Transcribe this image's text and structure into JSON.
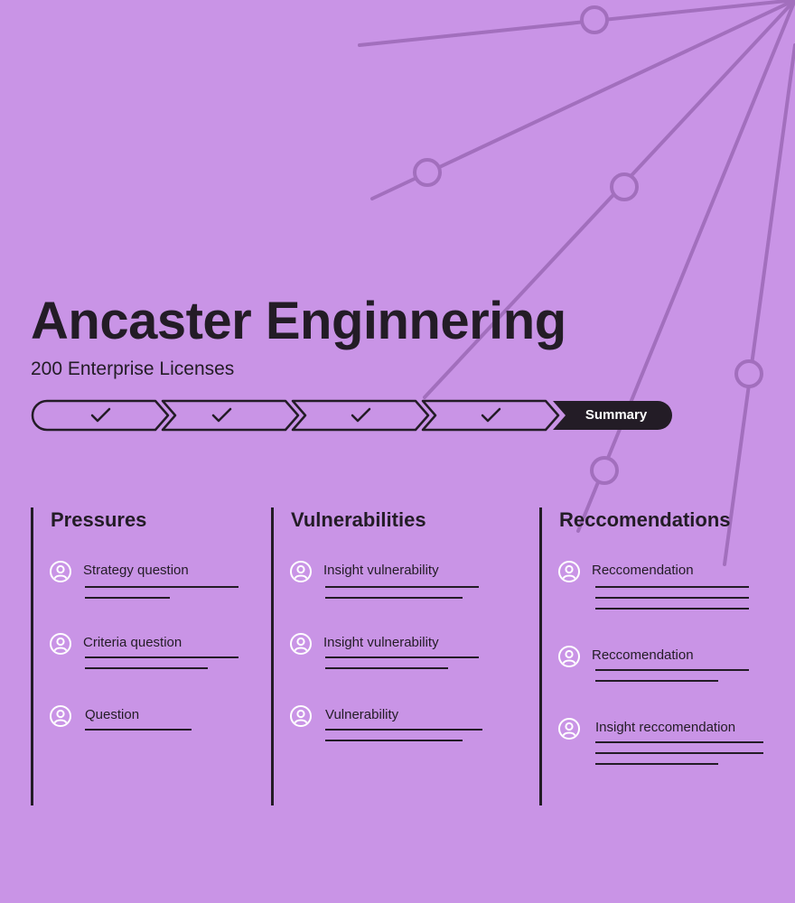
{
  "header": {
    "title": "Ancaster Enginnering",
    "subtitle": "200 Enterprise Licenses"
  },
  "stepper": {
    "steps": [
      {
        "state": "complete",
        "icon": "check-icon"
      },
      {
        "state": "complete",
        "icon": "check-icon"
      },
      {
        "state": "complete",
        "icon": "check-icon"
      },
      {
        "state": "complete",
        "icon": "check-icon"
      },
      {
        "state": "current",
        "label": "Summary"
      }
    ]
  },
  "columns": [
    {
      "title": "Pressures",
      "items": [
        {
          "icon": "user-icon",
          "label": "Strategy question"
        },
        {
          "icon": "user-icon",
          "label": "Criteria question"
        },
        {
          "icon": "user-icon",
          "label": "Question"
        }
      ]
    },
    {
      "title": "Vulnerabilities",
      "items": [
        {
          "icon": "user-icon",
          "label": "Insight vulnerability"
        },
        {
          "icon": "user-icon",
          "label": "Insight vulnerability"
        },
        {
          "icon": "user-icon",
          "label": "Vulnerability"
        }
      ]
    },
    {
      "title": "Reccomendations",
      "items": [
        {
          "icon": "user-icon",
          "label": "Reccomendation"
        },
        {
          "icon": "user-icon",
          "label": "Reccomendation"
        },
        {
          "icon": "user-icon",
          "label": "Insight reccomendation"
        }
      ]
    }
  ],
  "colors": {
    "background": "#c994e6",
    "ink": "#231c26",
    "decor_lines": "#a26fbd",
    "active_step_text": "#ffffff"
  }
}
